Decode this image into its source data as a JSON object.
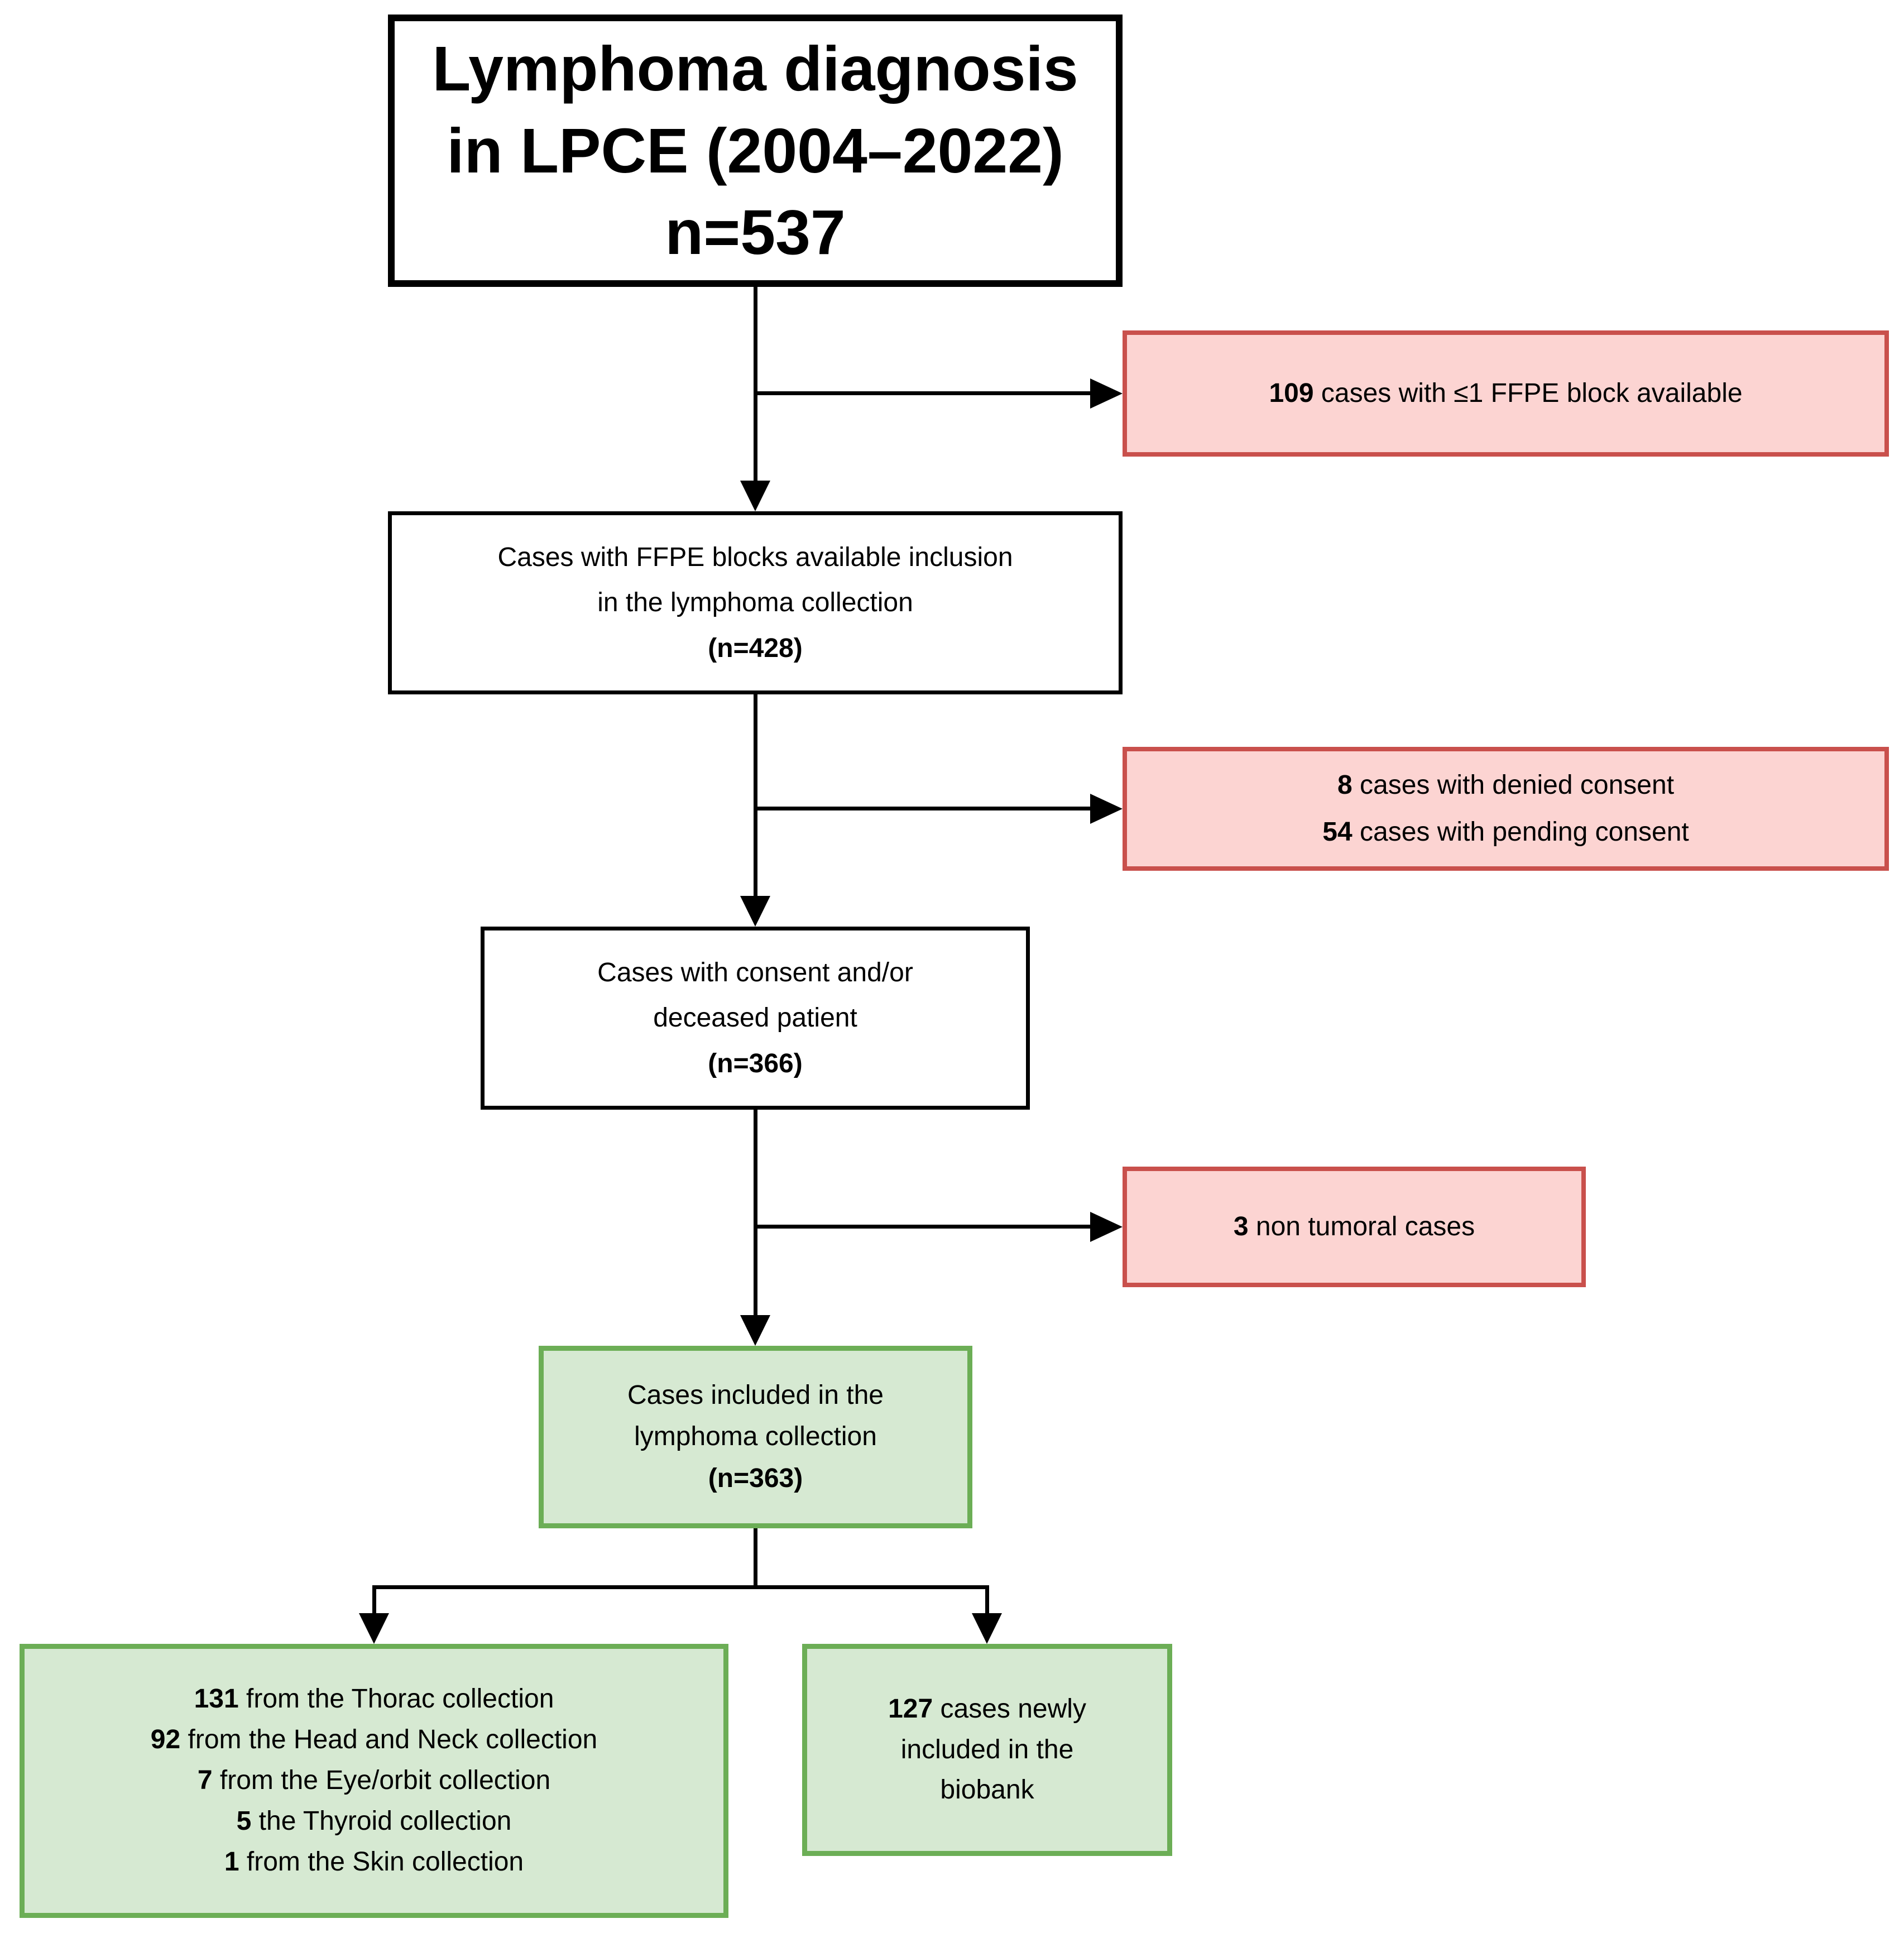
{
  "top_box": {
    "line1": "Lymphoma diagnosis",
    "line2": "in LPCE (2004–2022)",
    "line3": "n=537"
  },
  "exclusion_ffpe": {
    "count": "109",
    "text": " cases with ≤1 FFPE block available"
  },
  "ffpe_box": {
    "line1": "Cases with FFPE blocks available inclusion",
    "line2": "in the lymphoma collection",
    "n": "(n=428)"
  },
  "exclusion_consent": {
    "denied": {
      "count": "8",
      "text": " cases with denied consent"
    },
    "pending": {
      "count": "54",
      "text": " cases with pending consent"
    }
  },
  "consent_box": {
    "line1": "Cases with consent and/or",
    "line2": "deceased patient",
    "n": "(n=366)"
  },
  "exclusion_tumoral": {
    "count": "3",
    "text": " non tumoral cases"
  },
  "included_box": {
    "line1": "Cases included in the",
    "line2": "lymphoma collection",
    "n": "(n=363)"
  },
  "collections_box": {
    "items": [
      {
        "count": "131",
        "text": " from the Thorac collection"
      },
      {
        "count": "92",
        "text": " from the Head and Neck collection"
      },
      {
        "count": "7",
        "text": " from the Eye/orbit collection"
      },
      {
        "count": "5",
        "text": " the Thyroid collection"
      },
      {
        "count": "1",
        "text": " from the Skin collection"
      }
    ]
  },
  "biobank_box": {
    "count": "127",
    "line1_rest": " cases newly",
    "line2": "included in the",
    "line3": "biobank"
  },
  "colors": {
    "excluded_fill": "#fcd4d2",
    "excluded_border": "#c9504c",
    "included_fill": "#d6e9d2",
    "included_border": "#6cae56",
    "neutral_border": "#000000",
    "connector": "#000000"
  }
}
